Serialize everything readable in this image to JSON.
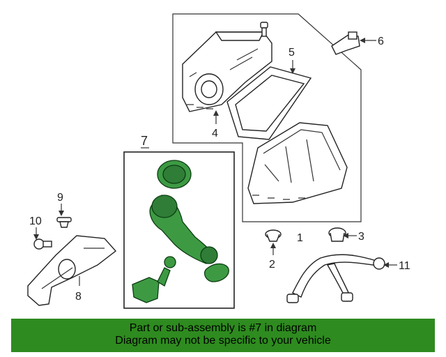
{
  "callouts": {
    "c1": "1",
    "c2": "2",
    "c3": "3",
    "c4": "4",
    "c5": "5",
    "c6": "6",
    "c7": "7",
    "c8": "8",
    "c9": "9",
    "c10": "10",
    "c11": "11"
  },
  "banner": {
    "line1": "Part or sub-assembly is #7 in diagram",
    "line2": "Diagram may not be specific to your vehicle"
  },
  "colors": {
    "banner": "#2e8b1f",
    "highlight_part": "#3d9a43",
    "line": "#333333"
  },
  "highlighted_callout": "7"
}
